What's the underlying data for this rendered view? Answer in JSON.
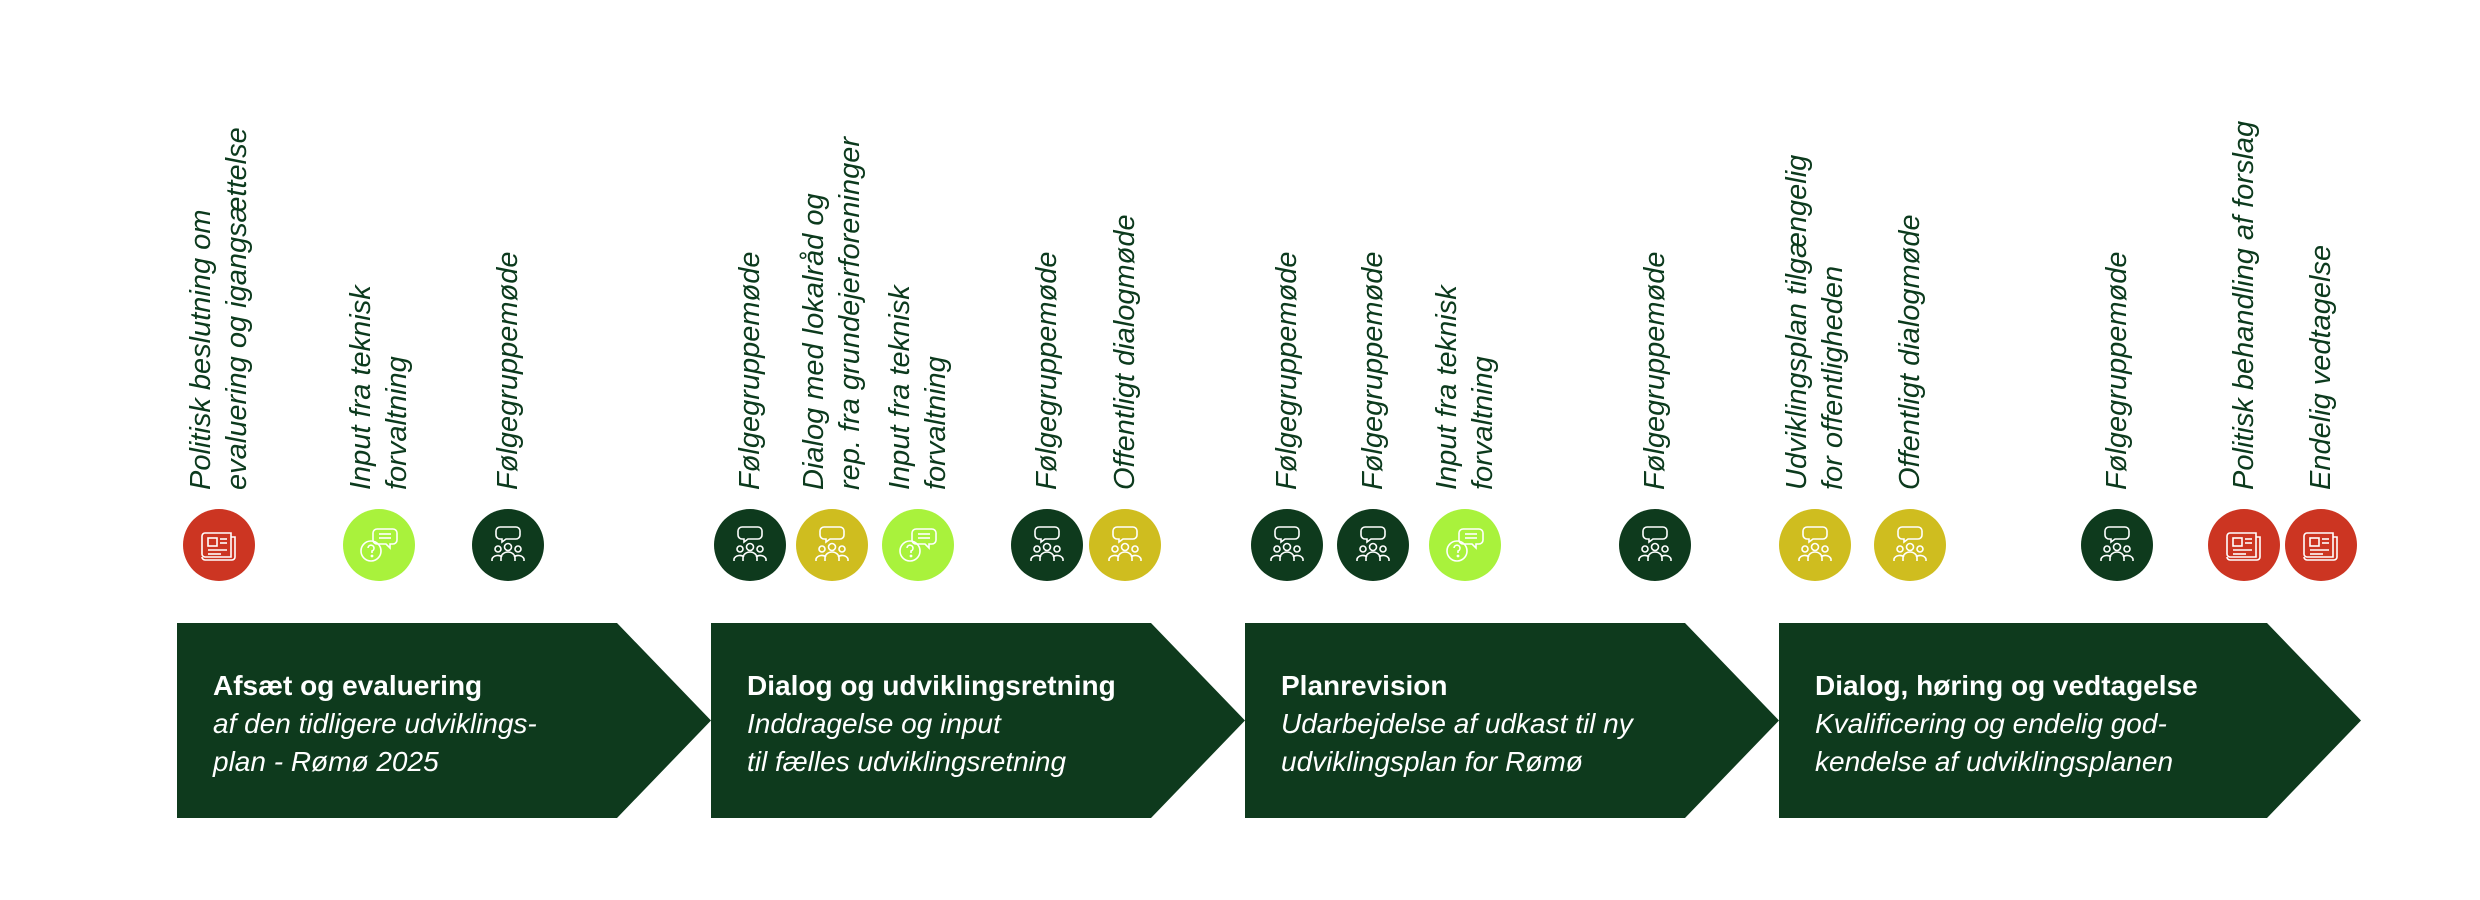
{
  "colors": {
    "dark_green": "#0e3a1d",
    "red": "#cc3522",
    "lime": "#a9f23c",
    "yellow": "#cfbd1f",
    "label_text": "#0c3a1d"
  },
  "milestones": [
    {
      "label": "Politisk beslutning om\nevaluering og igangsættelse",
      "icon": "document-icon",
      "color": "red"
    },
    {
      "label": "Input fra teknisk\nforvaltning",
      "icon": "chat-question-icon",
      "color": "lime"
    },
    {
      "label": "Følgegruppemøde",
      "icon": "group-chat-icon",
      "color": "dark_green"
    },
    {
      "label": "Følgegruppemøde",
      "icon": "group-chat-icon",
      "color": "dark_green"
    },
    {
      "label": "Dialog med lokalråd og\nrep. fra grundejerforeninger",
      "icon": "group-chat-icon",
      "color": "yellow"
    },
    {
      "label": "Input fra teknisk\nforvaltning",
      "icon": "chat-question-icon",
      "color": "lime"
    },
    {
      "label": "Følgegruppemøde",
      "icon": "group-chat-icon",
      "color": "dark_green"
    },
    {
      "label": "Offentligt dialogmøde",
      "icon": "group-chat-icon",
      "color": "yellow"
    },
    {
      "label": "Følgegruppemøde",
      "icon": "group-chat-icon",
      "color": "dark_green"
    },
    {
      "label": "Følgegruppemøde",
      "icon": "group-chat-icon",
      "color": "dark_green"
    },
    {
      "label": "Input fra teknisk\nforvaltning",
      "icon": "chat-question-icon",
      "color": "lime"
    },
    {
      "label": "Følgegruppemøde",
      "icon": "group-chat-icon",
      "color": "dark_green"
    },
    {
      "label": "Udviklingsplan tilgængelig\nfor offentligheden",
      "icon": "group-chat-icon",
      "color": "yellow"
    },
    {
      "label": "Offentligt dialogmøde",
      "icon": "group-chat-icon",
      "color": "yellow"
    },
    {
      "label": "Følgegruppemøde",
      "icon": "group-chat-icon",
      "color": "dark_green"
    },
    {
      "label": "Politisk behandling af forslag",
      "icon": "document-icon",
      "color": "red"
    },
    {
      "label": "Endelig vedtagelse",
      "icon": "document-icon",
      "color": "red"
    }
  ],
  "phases": [
    {
      "title": "Afsæt og evaluering",
      "description": "af den tidligere udviklings-\nplan - Rømø 2025"
    },
    {
      "title": "Dialog og udviklingsretning",
      "description": "Inddragelse og input\ntil fælles udviklingsretning"
    },
    {
      "title": "Planrevision",
      "description": "Udarbejdelse af udkast til ny\nudviklingsplan for Rømø"
    },
    {
      "title": "Dialog, høring og vedtagelse",
      "description": "Kvalificering og endelig god-\nkendelse af udviklingsplanen"
    }
  ]
}
